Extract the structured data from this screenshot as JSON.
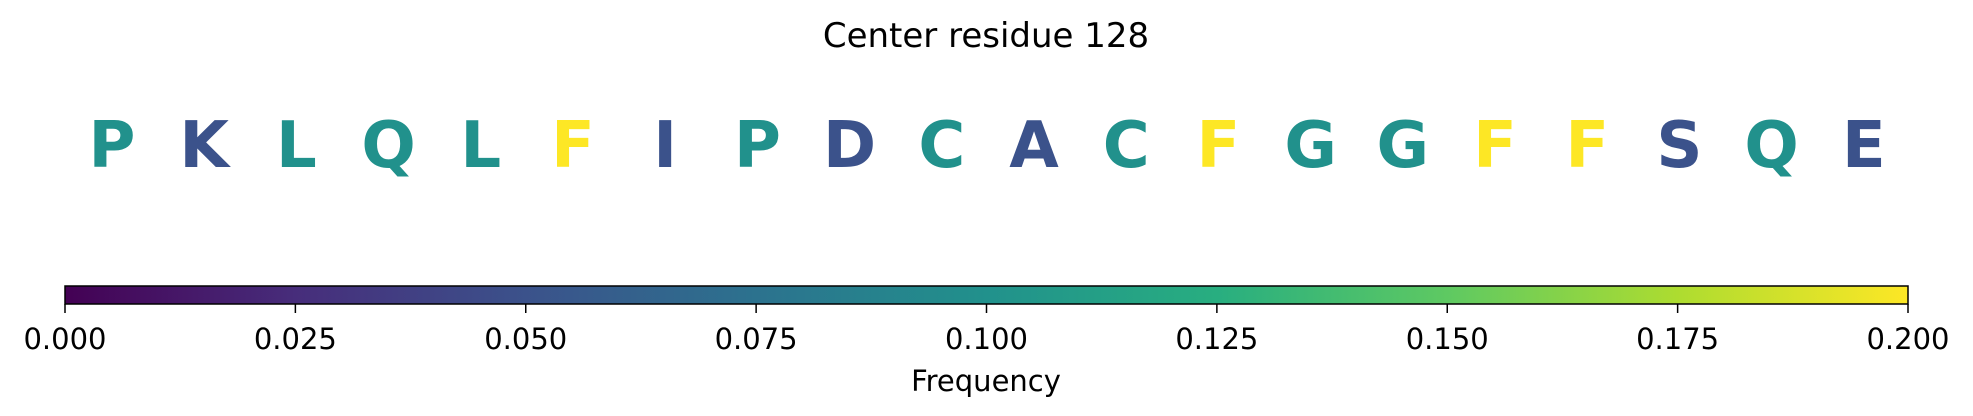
{
  "chart_data": {
    "type": "sequence-colorbar",
    "title": "Center residue 128",
    "residues": [
      {
        "letter": "P",
        "frequency": 0.1
      },
      {
        "letter": "K",
        "frequency": 0.05
      },
      {
        "letter": "L",
        "frequency": 0.1
      },
      {
        "letter": "Q",
        "frequency": 0.1
      },
      {
        "letter": "L",
        "frequency": 0.1
      },
      {
        "letter": "F",
        "frequency": 0.2
      },
      {
        "letter": "I",
        "frequency": 0.05
      },
      {
        "letter": "P",
        "frequency": 0.1
      },
      {
        "letter": "D",
        "frequency": 0.05
      },
      {
        "letter": "C",
        "frequency": 0.1
      },
      {
        "letter": "A",
        "frequency": 0.05
      },
      {
        "letter": "C",
        "frequency": 0.1
      },
      {
        "letter": "F",
        "frequency": 0.2
      },
      {
        "letter": "G",
        "frequency": 0.1
      },
      {
        "letter": "G",
        "frequency": 0.1
      },
      {
        "letter": "F",
        "frequency": 0.2
      },
      {
        "letter": "F",
        "frequency": 0.2
      },
      {
        "letter": "S",
        "frequency": 0.05
      },
      {
        "letter": "Q",
        "frequency": 0.1
      },
      {
        "letter": "E",
        "frequency": 0.05
      }
    ],
    "colorbar": {
      "label": "Frequency",
      "colormap": "viridis",
      "range": [
        0,
        0.2
      ],
      "ticks": [
        0.0,
        0.025,
        0.05,
        0.075,
        0.1,
        0.125,
        0.15,
        0.175,
        0.2
      ],
      "tick_labels": [
        "0.000",
        "0.025",
        "0.050",
        "0.075",
        "0.100",
        "0.125",
        "0.150",
        "0.175",
        "0.200"
      ]
    }
  }
}
